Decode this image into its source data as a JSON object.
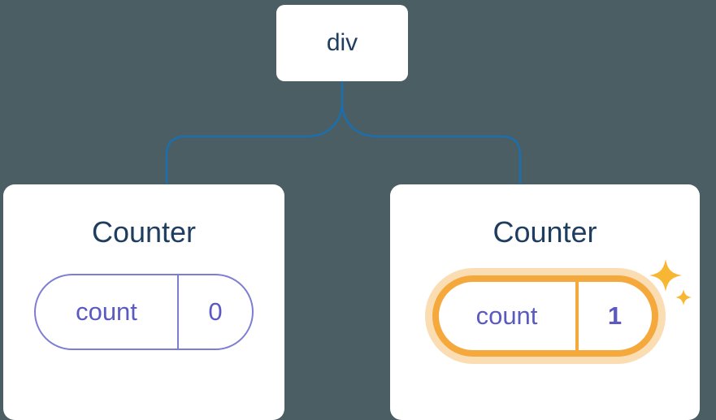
{
  "colors": {
    "background": "#4a5e63",
    "card_bg": "#ffffff",
    "title_text": "#1e3d5f",
    "connector": "#1b6fae",
    "pill_border": "#7d7dd4",
    "pill_text": "#5a5ac2",
    "highlight_orange": "#f5a93c",
    "highlight_glow": "rgba(246,180,89,0.45)",
    "sparkle": "#f7b733"
  },
  "tree": {
    "root_label": "div",
    "children": [
      {
        "title": "Counter",
        "state_key": "count",
        "state_value": "0",
        "highlighted": false
      },
      {
        "title": "Counter",
        "state_key": "count",
        "state_value": "1",
        "highlighted": true
      }
    ]
  }
}
